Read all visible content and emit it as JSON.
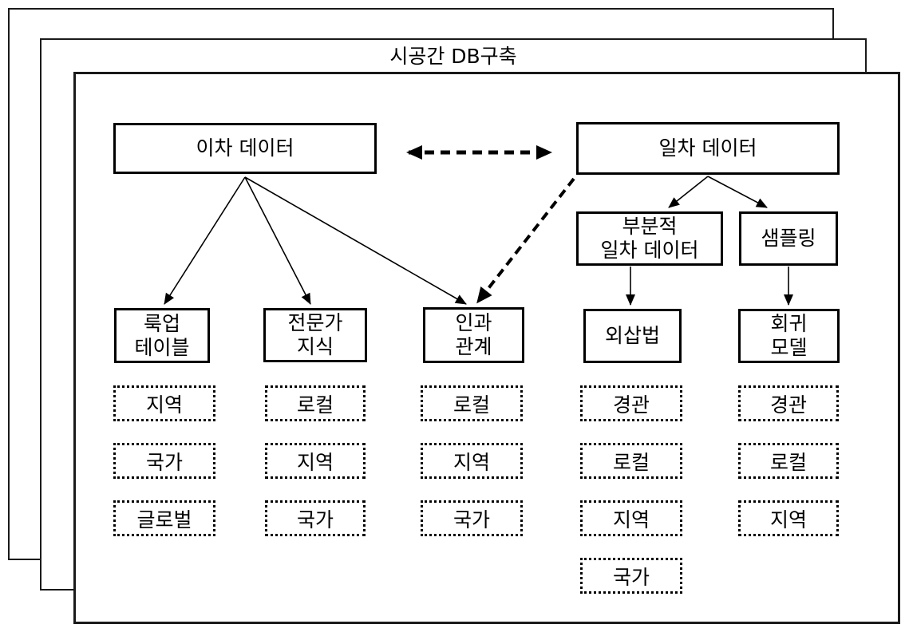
{
  "title": "시공간 DB구축",
  "colors": {
    "ink": "#000000",
    "background": "#ffffff"
  },
  "nodes": {
    "secondary_data": {
      "label": "이차 데이터"
    },
    "primary_data": {
      "label": "일차 데이터"
    },
    "partial_primary_data": {
      "label": "부분적\n일차 데이터"
    },
    "sampling": {
      "label": "샘플링"
    },
    "lookup_table": {
      "label": "룩업\n테이블"
    },
    "expert_knowledge": {
      "label": "전문가\n지식"
    },
    "causal_relation": {
      "label": "인과\n관계"
    },
    "extrapolation": {
      "label": "외삽법"
    },
    "regression_model": {
      "label": "회귀\n모델"
    }
  },
  "scales": {
    "lookup_table": [
      "지역",
      "국가",
      "글로벌"
    ],
    "expert_knowledge": [
      "로컬",
      "지역",
      "국가"
    ],
    "causal_relation": [
      "로컬",
      "지역",
      "국가"
    ],
    "extrapolation": [
      "경관",
      "로컬",
      "지역",
      "국가"
    ],
    "regression_model": [
      "경관",
      "로컬",
      "지역"
    ]
  }
}
